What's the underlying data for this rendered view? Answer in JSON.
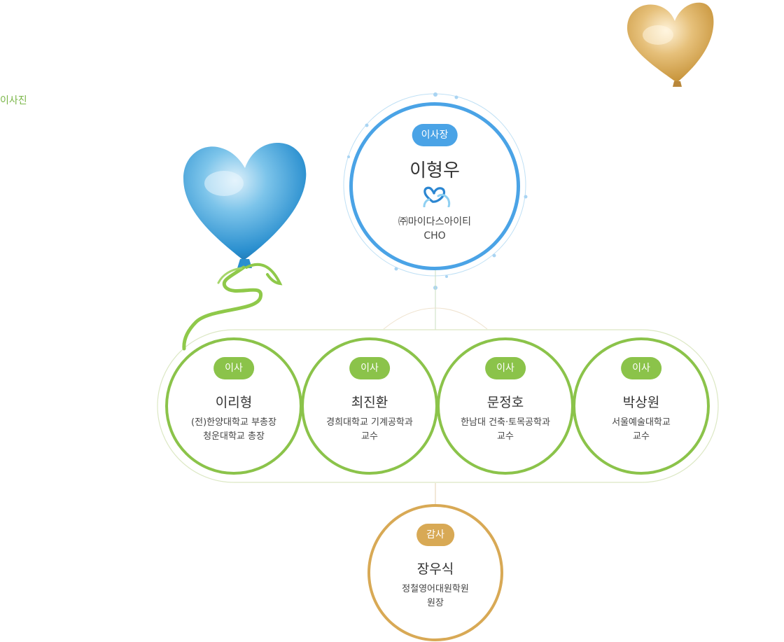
{
  "page": {
    "title": "이사진"
  },
  "chairman": {
    "role": "이사장",
    "name": "이형우",
    "affiliation_line1": "㈜마이다스아이티",
    "affiliation_line2": "CHO",
    "logo_icon": "double-heart-logo-icon",
    "color": "#4aa3e6"
  },
  "directors": [
    {
      "role": "이사",
      "name": "이리형",
      "line1": "(전)한양대학교 부총장",
      "line2": "청운대학교 총장"
    },
    {
      "role": "이사",
      "name": "최진환",
      "line1": "경희대학교 기계공학과",
      "line2": "교수"
    },
    {
      "role": "이사",
      "name": "문정호",
      "line1": "한남대 건축·토목공학과",
      "line2": "교수"
    },
    {
      "role": "이사",
      "name": "박상원",
      "line1": "서울예술대학교",
      "line2": "교수"
    }
  ],
  "auditor": {
    "role": "감사",
    "name": "장우식",
    "line1": "정철영어대원학원",
    "line2": "원장"
  },
  "colors": {
    "director": "#8bc34a",
    "auditor": "#d8a955",
    "label": "#7ab648"
  },
  "decorations": [
    "blue-heart-balloon-icon",
    "gold-heart-balloon-icon"
  ]
}
